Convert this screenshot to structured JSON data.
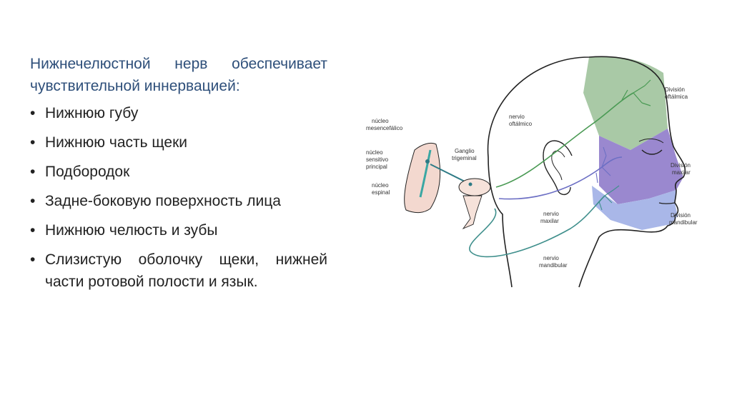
{
  "text": {
    "heading": "Нижнечелюстной нерв обеспечивает чувствительной иннервацией:",
    "bullet_symbol": "•",
    "bullets": [
      "Нижнюю губу",
      "Нижнюю часть щеки",
      "Подбородок",
      "Задне-боковую поверхность лица",
      "Нижнюю челюсть и зубы",
      "Слизистую оболочку щеки, нижней части ротовой полости и язык."
    ]
  },
  "figure": {
    "labels": {
      "nucleo_mesencefalico_1": "núcleo",
      "nucleo_mesencefalico_2": "mesencefálico",
      "nucleo_sensitivo_1": "núcleo",
      "nucleo_sensitivo_2": "sensitivo",
      "nucleo_sensitivo_3": "principal",
      "nucleo_espinal_1": "núcleo",
      "nucleo_espinal_2": "espinal",
      "ganglio_1": "Ganglio",
      "ganglio_2": "trigeminal",
      "nervio_oftalmico_1": "nervio",
      "nervio_oftalmico_2": "oftálmico",
      "nervio_maxilar_1": "nervio",
      "nervio_maxilar_2": "maxilar",
      "nervio_mandibular_1": "nervio",
      "nervio_mandibular_2": "mandibular",
      "division_oftalmica_1": "División",
      "division_oftalmica_2": "oftálmica",
      "division_maxilar_1": "División",
      "division_maxilar_2": "maxilar",
      "division_mandibular_1": "División",
      "division_mandibular_2": "mandibular"
    },
    "colors": {
      "ophthalmic": "#a9c9a6",
      "maxillary": "#9a88cf",
      "mandibular": "#a9b7e8",
      "nerve_green": "#4a9a54",
      "nerve_teal": "#3f8f8c",
      "brainstem": "#f3d8cf",
      "outline": "#222222",
      "heading_text": "#2e4f7a"
    }
  }
}
